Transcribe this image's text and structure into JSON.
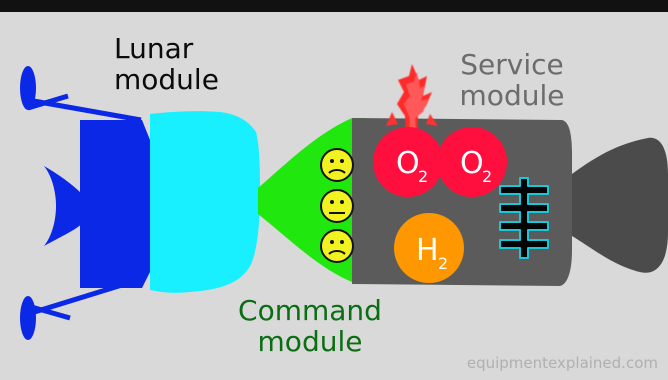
{
  "labels": {
    "lunar_module": [
      "Lunar",
      "module"
    ],
    "service_module": [
      "Service",
      "module"
    ],
    "command_module": [
      "Command",
      "module"
    ]
  },
  "tanks": {
    "oxygen_1": "O",
    "oxygen_1_sub": "2",
    "oxygen_2": "O",
    "oxygen_2_sub": "2",
    "hydrogen": "H",
    "hydrogen_sub": "2"
  },
  "watermark": "equipmentexplained.com",
  "colors": {
    "background": "#d9d9d9",
    "lunar_blue": "#0b28e6",
    "lunar_cyan": "#19f0ff",
    "command_green": "#20e80f",
    "service_gray": "#5b5b5b",
    "oxygen_red": "#ff0f3d",
    "hydrogen_orange": "#ff9700",
    "face_yellow": "#f2f220",
    "fuel_cell_black": "#050505",
    "fuel_cell_outline": "#18c8d8"
  },
  "icons": {
    "crew_faces": [
      "worried-face-icon",
      "worried-face-icon",
      "worried-face-icon"
    ],
    "explosion": "explosion-icon",
    "fuel_cell": "fuel-cell-icon"
  }
}
